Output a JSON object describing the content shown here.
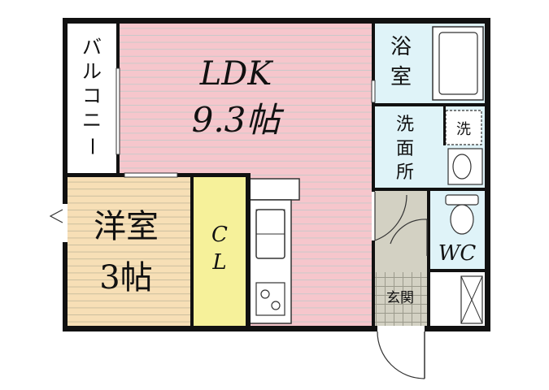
{
  "rooms": {
    "ldk": {
      "name": "LDK",
      "size": "9.3帖"
    },
    "western": {
      "name": "洋室",
      "size": "3帖"
    },
    "closet": {
      "line1": "C",
      "line2": "L"
    },
    "balcony": {
      "chars": [
        "バ",
        "ル",
        "コ",
        "ニ",
        "ー"
      ]
    },
    "bath": {
      "line1": "浴",
      "line2": "室"
    },
    "washroom": {
      "chars": [
        "洗",
        "面",
        "所"
      ]
    },
    "washer": "洗",
    "wc": "WC",
    "entrance": "玄関"
  },
  "colors": {
    "ldk_fill": "#f6c6cc",
    "western_fill": "#f7dfb6",
    "closet_fill": "#f6f19a",
    "wet_fill": "#dff3f8",
    "entrance_fill": "#d3d1c3",
    "wall": "#111111"
  }
}
